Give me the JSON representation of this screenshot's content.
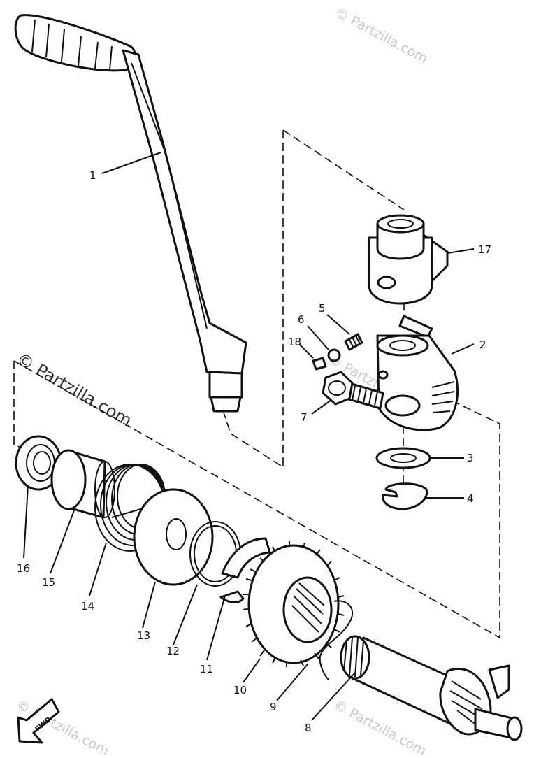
{
  "watermark": {
    "text": "© Partzilla.com"
  },
  "fwd_arrow": {
    "label": "FWD"
  },
  "callouts": [
    {
      "id": "1",
      "label": "1"
    },
    {
      "id": "2",
      "label": "2"
    },
    {
      "id": "3",
      "label": "3"
    },
    {
      "id": "4",
      "label": "4"
    },
    {
      "id": "5",
      "label": "5"
    },
    {
      "id": "6",
      "label": "6"
    },
    {
      "id": "7",
      "label": "7"
    },
    {
      "id": "8",
      "label": "8"
    },
    {
      "id": "9",
      "label": "9"
    },
    {
      "id": "10",
      "label": "10"
    },
    {
      "id": "11",
      "label": "11"
    },
    {
      "id": "12",
      "label": "12"
    },
    {
      "id": "13",
      "label": "13"
    },
    {
      "id": "14",
      "label": "14"
    },
    {
      "id": "15",
      "label": "15"
    },
    {
      "id": "16",
      "label": "16"
    },
    {
      "id": "17",
      "label": "17"
    },
    {
      "id": "18",
      "label": "18"
    }
  ]
}
